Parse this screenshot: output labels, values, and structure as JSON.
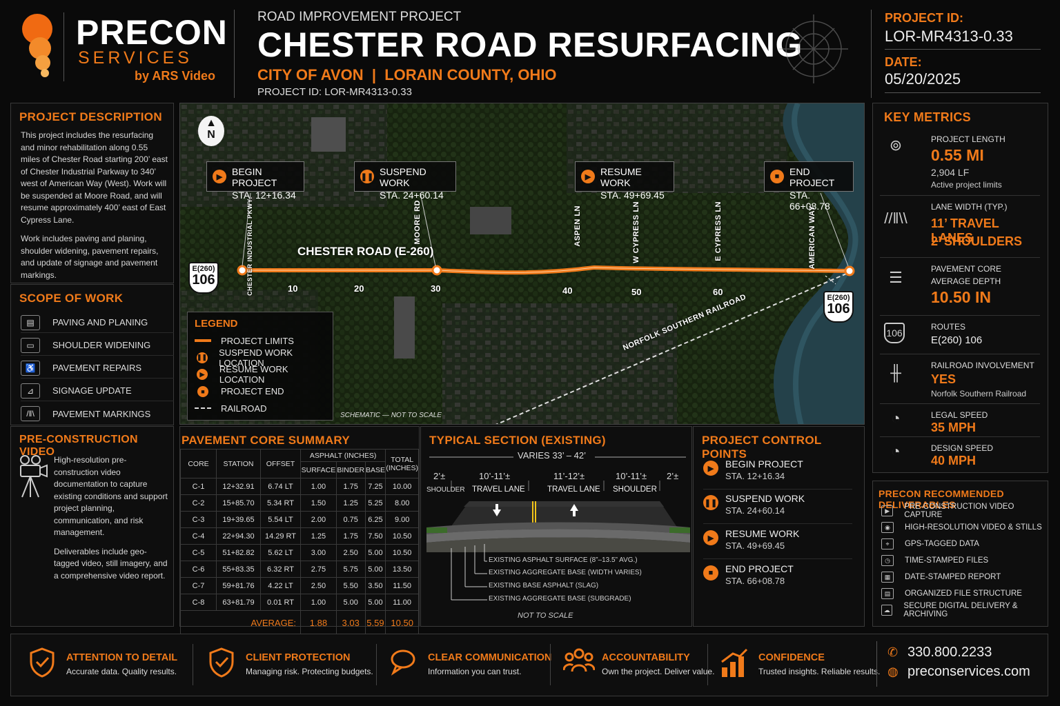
{
  "brand": {
    "name": "PRECON",
    "services": "SERVICES",
    "by": "by ARS Video"
  },
  "header": {
    "kicker": "ROAD IMPROVEMENT PROJECT",
    "title": "CHESTER ROAD RESURFACING",
    "location": "CITY OF AVON  |  LORAIN COUNTY, OHIO",
    "project_id_line": "PROJECT ID: LOR-MR4313-0.33",
    "id_label": "PROJECT ID:",
    "id_value": "LOR-MR4313-0.33",
    "date_label": "DATE:",
    "date_value": "05/20/2025"
  },
  "description": {
    "title": "PROJECT DESCRIPTION",
    "p1": "This project includes the resurfacing and minor rehabilitation along 0.55 miles of Chester Road starting 200’ east of Chester Industrial Parkway to 340’ west of American Way (West). Work will be suspended at Moore Road, and will resume approximately 400’ east of East Cypress Lane.",
    "p2": "Work includes paving and planing, shoulder widening, pavement repairs, and update of signage and pavement markings."
  },
  "scope": {
    "title": "SCOPE OF WORK",
    "items": [
      {
        "label": "PAVING AND PLANING",
        "icon": "paver-icon"
      },
      {
        "label": "SHOULDER WIDENING",
        "icon": "roller-icon"
      },
      {
        "label": "PAVEMENT REPAIRS",
        "icon": "repair-icon"
      },
      {
        "label": "SIGNAGE UPDATE",
        "icon": "sign-icon"
      },
      {
        "label": "PAVEMENT MARKINGS",
        "icon": "markings-icon"
      }
    ]
  },
  "map": {
    "north": "N",
    "road_label": "CHESTER ROAD (E-260)",
    "callouts": [
      {
        "title": "BEGIN PROJECT",
        "sta": "STA. 12+16.34"
      },
      {
        "title": "SUSPEND WORK",
        "sta": "STA. 24+60.14"
      },
      {
        "title": "RESUME WORK",
        "sta": "STA. 49+69.45"
      },
      {
        "title": "END PROJECT",
        "sta": "STA. 66+08.78"
      }
    ],
    "streets": [
      "CHESTER INDUSTRIAL PKWY",
      "MOORE RD",
      "ASPEN LN",
      "W CYPRESS LN",
      "E CYPRESS LN",
      "AMERICAN WAY"
    ],
    "ticks": [
      "10",
      "20",
      "30",
      "40",
      "50",
      "60"
    ],
    "shield_top": "E(260)",
    "shield_num": "106",
    "railroad": "NORFOLK SOUTHERN RAILROAD",
    "scale_note": "SCHEMATIC — NOT TO SCALE",
    "legend": {
      "title": "LEGEND",
      "items": [
        "PROJECT LIMITS",
        "SUSPEND WORK LOCATION",
        "RESUME WORK LOCATION",
        "PROJECT END",
        "RAILROAD"
      ]
    }
  },
  "metrics": {
    "title": "KEY METRICS",
    "length_label": "PROJECT LENGTH",
    "length_value": "0.55 MI",
    "length_lf": "2,904 LF",
    "length_note": "Active project limits",
    "lane_label": "LANE WIDTH (TYP.)",
    "lane_value": "11’ TRAVEL LANES",
    "shoulder_value": "2’ SHOULDERS",
    "core_label": "PAVEMENT CORE",
    "core_label2": "AVERAGE DEPTH",
    "core_value": "10.50 IN",
    "routes_label": "ROUTES",
    "routes_value": "E(260) 106",
    "rail_label": "RAILROAD INVOLVEMENT",
    "rail_value": "YES",
    "rail_note": "Norfolk Southern Railroad",
    "legal_label": "LEGAL SPEED",
    "legal_value": "35 MPH",
    "design_label": "DESIGN SPEED",
    "design_value": "40 MPH"
  },
  "video": {
    "title": "PRE-CONSTRUCTION VIDEO",
    "p1": "High-resolution pre-construction video documentation to capture existing conditions and support project planning, communication, and risk management.",
    "p2": "Deliverables include geo-tagged video, still imagery, and a comprehensive video report."
  },
  "cores": {
    "title": "PAVEMENT CORE SUMMARY",
    "headers": {
      "core": "CORE",
      "station": "STATION",
      "offset": "OFFSET",
      "asphalt": "ASPHALT (INCHES)",
      "surface": "SURFACE",
      "binder": "BINDER",
      "base": "BASE",
      "total": "TOTAL",
      "total_unit": "(INCHES)"
    },
    "rows": [
      [
        "C-1",
        "12+32.91",
        "6.74 LT",
        "1.00",
        "1.75",
        "7.25",
        "10.00"
      ],
      [
        "C-2",
        "15+85.70",
        "5.34 RT",
        "1.50",
        "1.25",
        "5.25",
        "8.00"
      ],
      [
        "C-3",
        "19+39.65",
        "5.54 LT",
        "2.00",
        "0.75",
        "6.25",
        "9.00"
      ],
      [
        "C-4",
        "22+94.30",
        "14.29 RT",
        "1.25",
        "1.75",
        "7.50",
        "10.50"
      ],
      [
        "C-5",
        "51+82.82",
        "5.62 LT",
        "3.00",
        "2.50",
        "5.00",
        "10.50"
      ],
      [
        "C-6",
        "55+83.35",
        "6.32 RT",
        "2.75",
        "5.75",
        "5.00",
        "13.50"
      ],
      [
        "C-7",
        "59+81.76",
        "4.22 LT",
        "2.50",
        "5.50",
        "3.50",
        "11.50"
      ],
      [
        "C-8",
        "63+81.79",
        "0.01 RT",
        "1.00",
        "5.00",
        "5.00",
        "11.00"
      ]
    ],
    "avg_label": "AVERAGE:",
    "avg": [
      "1.88",
      "3.03",
      "5.59",
      "10.50"
    ]
  },
  "section": {
    "title": "TYPICAL SECTION (EXISTING)",
    "varies": "VARIES 33’ – 42’",
    "dims": [
      "2’±",
      "10’-11’±",
      "11’-12’±",
      "10’-11’±",
      "2’±"
    ],
    "parts": [
      "SHOULDER",
      "TRAVEL LANE",
      "TRAVEL LANE",
      "SHOULDER"
    ],
    "layers": [
      "EXISTING ASPHALT SURFACE (8”–13.5” AVG.)",
      "EXISTING AGGREGATE BASE (WIDTH VARIES)",
      "EXISTING BASE ASPHALT (SLAG)",
      "EXISTING AGGREGATE BASE (SUBGRADE)"
    ],
    "note": "NOT TO SCALE"
  },
  "control": {
    "title": "PROJECT CONTROL POINTS",
    "items": [
      {
        "title": "BEGIN PROJECT",
        "sta": "STA. 12+16.34"
      },
      {
        "title": "SUSPEND WORK",
        "sta": "STA. 24+60.14"
      },
      {
        "title": "RESUME WORK",
        "sta": "STA. 49+69.45"
      },
      {
        "title": "END PROJECT",
        "sta": "STA. 66+08.78"
      }
    ]
  },
  "deliverables": {
    "title": "PRECON RECOMMENDED DELIVERABLES",
    "items": [
      "PRE-CONSTRUCTION VIDEO CAPTURE",
      "HIGH-RESOLUTION VIDEO & STILLS",
      "GPS-TAGGED DATA",
      "TIME-STAMPED FILES",
      "DATE-STAMPED REPORT",
      "ORGANIZED FILE STRUCTURE",
      "SECURE DIGITAL DELIVERY & ARCHIVING"
    ]
  },
  "footer": {
    "items": [
      {
        "title": "ATTENTION TO DETAIL",
        "sub": "Accurate data. Quality results."
      },
      {
        "title": "CLIENT PROTECTION",
        "sub": "Managing risk. Protecting budgets."
      },
      {
        "title": "CLEAR COMMUNICATION",
        "sub": "Information you can trust."
      },
      {
        "title": "ACCOUNTABILITY",
        "sub": "Own the project. Deliver value."
      },
      {
        "title": "CONFIDENCE",
        "sub": "Trusted insights. Reliable results."
      }
    ],
    "phone": "330.800.2233",
    "web": "preconservices.com"
  },
  "colors": {
    "accent": "#f07a1a",
    "background": "#0a0a0a"
  }
}
